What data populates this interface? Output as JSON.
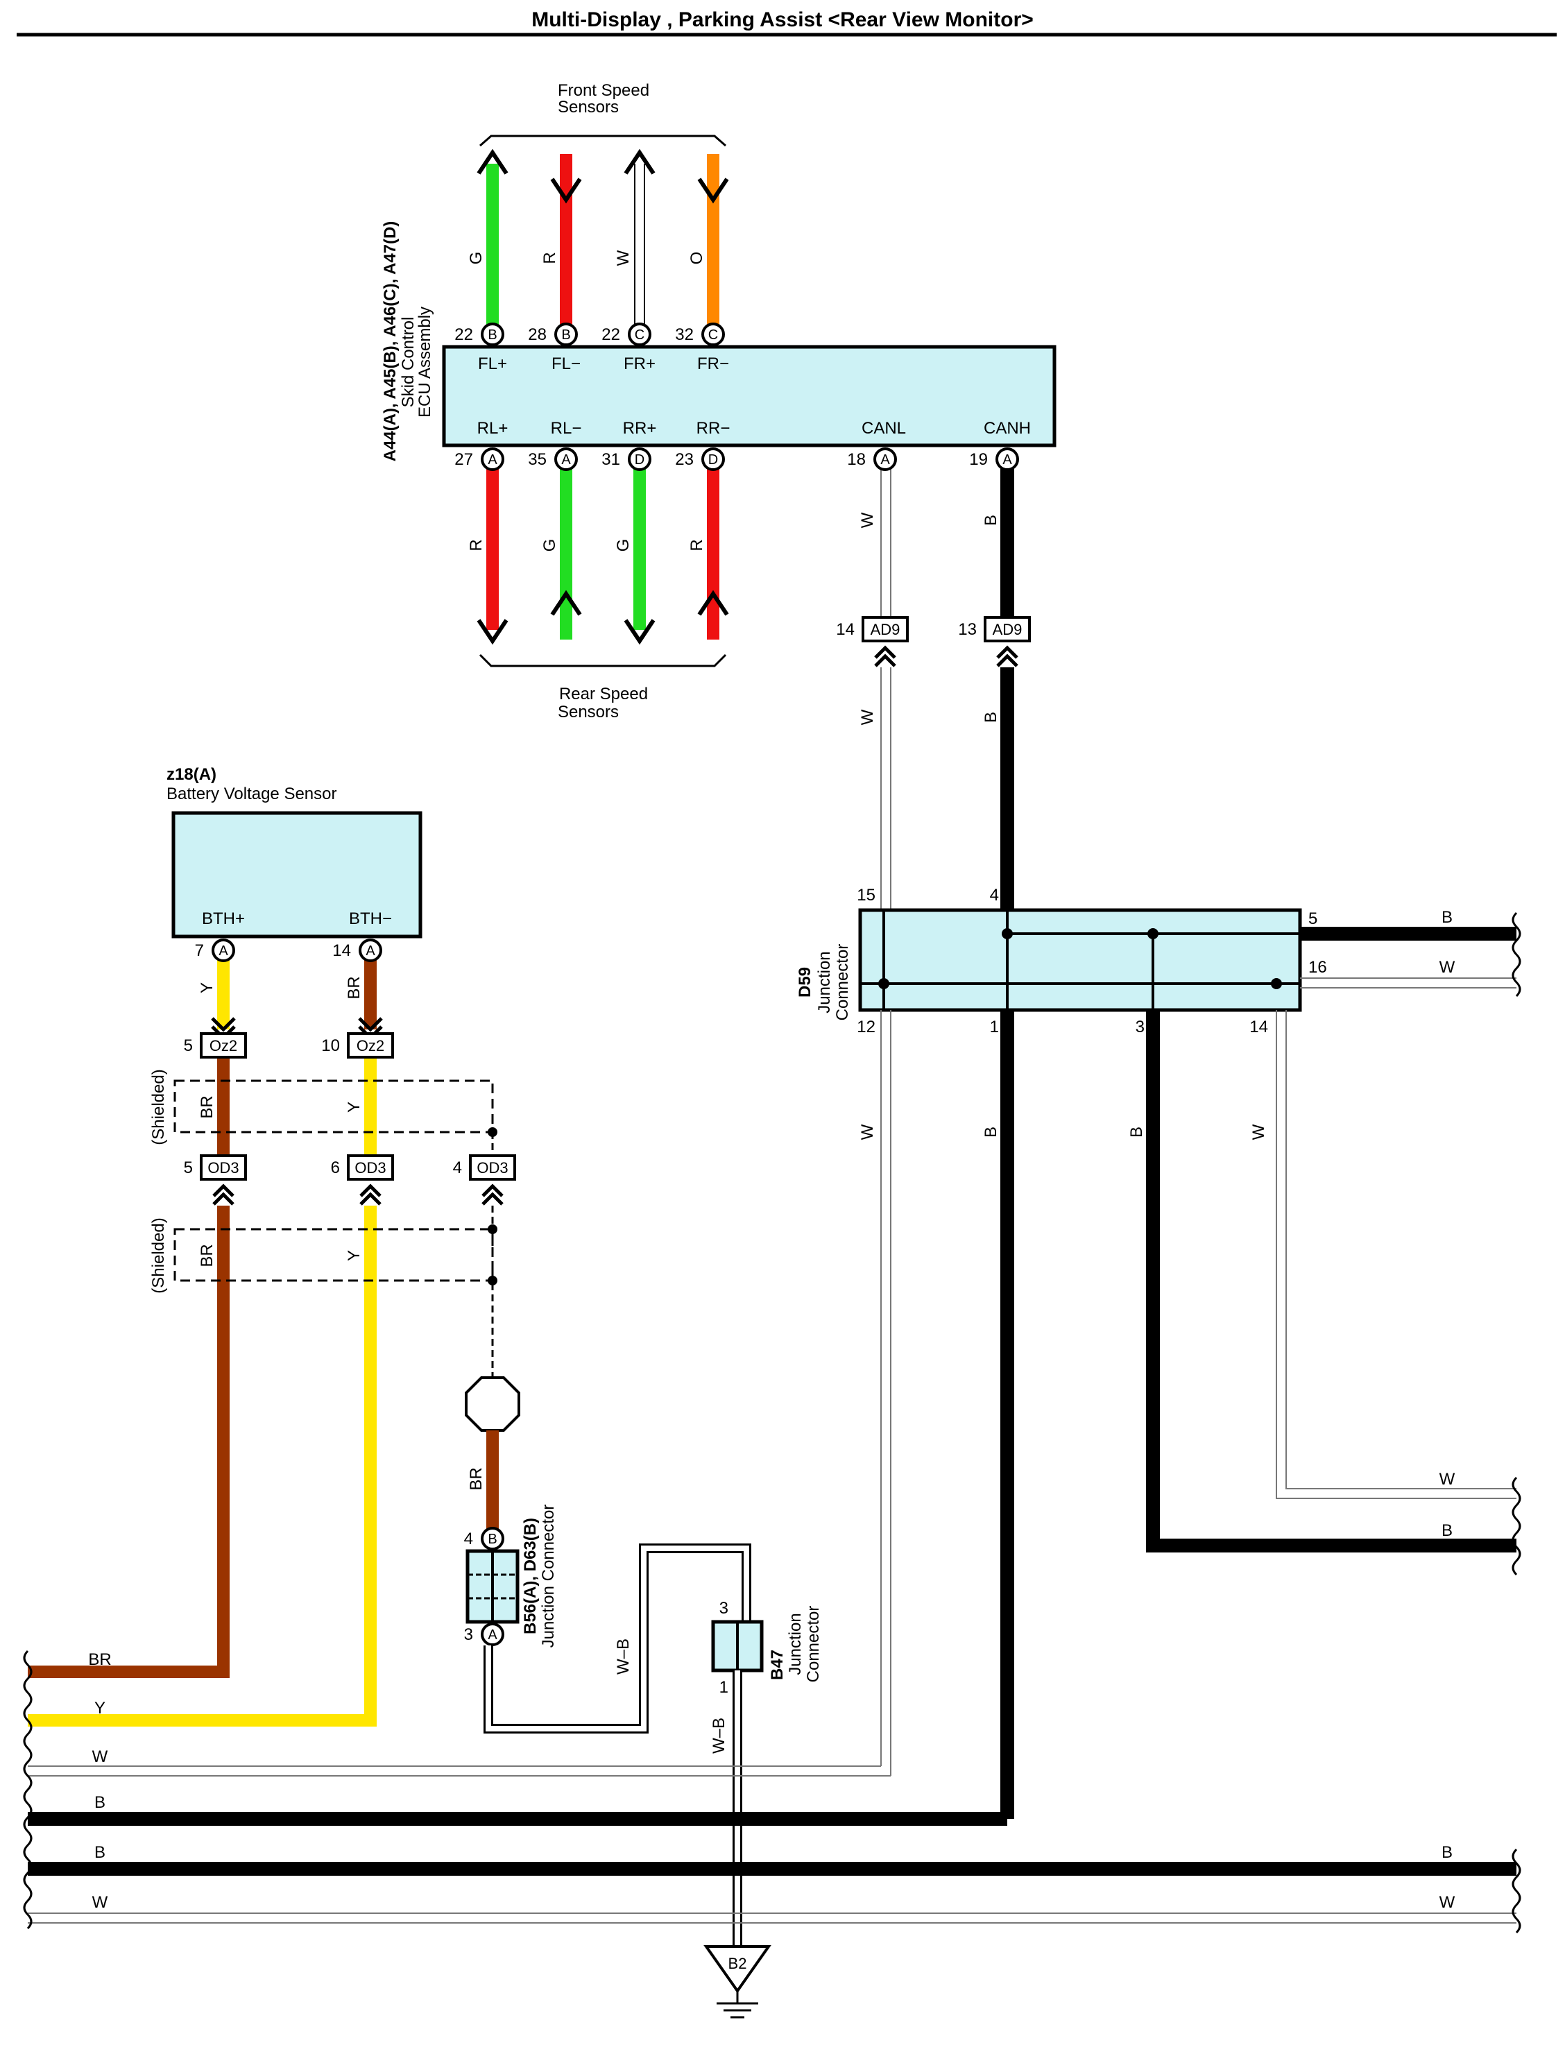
{
  "title": "Multi-Display , Parking Assist <Rear View Monitor>",
  "colors": {
    "G": "#22dd22",
    "R": "#ee1111",
    "W": "#ffffff",
    "O": "#ff8800",
    "B": "#000000",
    "Y": "#ffe600",
    "BR": "#9a3300",
    "component_fill": "#cdf2f5"
  },
  "front_sensors": {
    "line1": "Front Speed",
    "line2": "Sensors"
  },
  "rear_sensors": {
    "line1": "Rear Speed",
    "line2": "Sensors"
  },
  "ecu": {
    "ids": "A44(A), A45(B), A46(C), A47(D)",
    "name1": "Skid Control",
    "name2": "ECU Assembly",
    "top_pins": [
      {
        "pin": "22",
        "conn": "B",
        "label": "FL+",
        "wire": "G"
      },
      {
        "pin": "28",
        "conn": "B",
        "label": "FL−",
        "wire": "R"
      },
      {
        "pin": "22",
        "conn": "C",
        "label": "FR+",
        "wire": "W"
      },
      {
        "pin": "32",
        "conn": "C",
        "label": "FR−",
        "wire": "O"
      }
    ],
    "bottom_pins": [
      {
        "pin": "27",
        "conn": "A",
        "label": "RL+",
        "wire": "R"
      },
      {
        "pin": "35",
        "conn": "A",
        "label": "RL−",
        "wire": "G"
      },
      {
        "pin": "31",
        "conn": "D",
        "label": "RR+",
        "wire": "G"
      },
      {
        "pin": "23",
        "conn": "D",
        "label": "RR−",
        "wire": "R"
      },
      {
        "pin": "18",
        "conn": "A",
        "label": "CANL",
        "wire": "W"
      },
      {
        "pin": "19",
        "conn": "A",
        "label": "CANH",
        "wire": "B"
      }
    ]
  },
  "ad9": {
    "code": "AD9",
    "pin_w": "14",
    "pin_b": "13"
  },
  "battery_sensor": {
    "id": "z18(A)",
    "name": "Battery Voltage Sensor",
    "pins": [
      {
        "pin": "7",
        "conn": "A",
        "label": "BTH+",
        "wire": "Y"
      },
      {
        "pin": "14",
        "conn": "A",
        "label": "BTH−",
        "wire": "BR"
      }
    ]
  },
  "oz2": {
    "code": "Oz2",
    "pin_left": "5",
    "pin_right": "10"
  },
  "od3": {
    "code": "OD3",
    "pins": [
      "5",
      "6",
      "4"
    ]
  },
  "shielded": "(Shielded)",
  "d59": {
    "id": "D59",
    "name1": "Junction",
    "name2": "Connector",
    "pins_top": [
      "15",
      "4"
    ],
    "pins_right": [
      "5",
      "16"
    ],
    "pins_bottom": [
      "12",
      "1",
      "3",
      "14"
    ]
  },
  "b56": {
    "id": "B56(A), D63(B)",
    "name": "Junction Connector",
    "pin_top": "4",
    "conn_top": "B",
    "pin_bottom": "3",
    "conn_bottom": "A"
  },
  "b47": {
    "id": "B47",
    "name1": "Junction",
    "name2": "Connector",
    "pin_top": "3",
    "pin_bottom": "1"
  },
  "ground": {
    "code": "B2"
  },
  "wire_labels": {
    "G": "G",
    "R": "R",
    "W": "W",
    "O": "O",
    "B": "B",
    "Y": "Y",
    "BR": "BR",
    "WB": "W–B"
  }
}
